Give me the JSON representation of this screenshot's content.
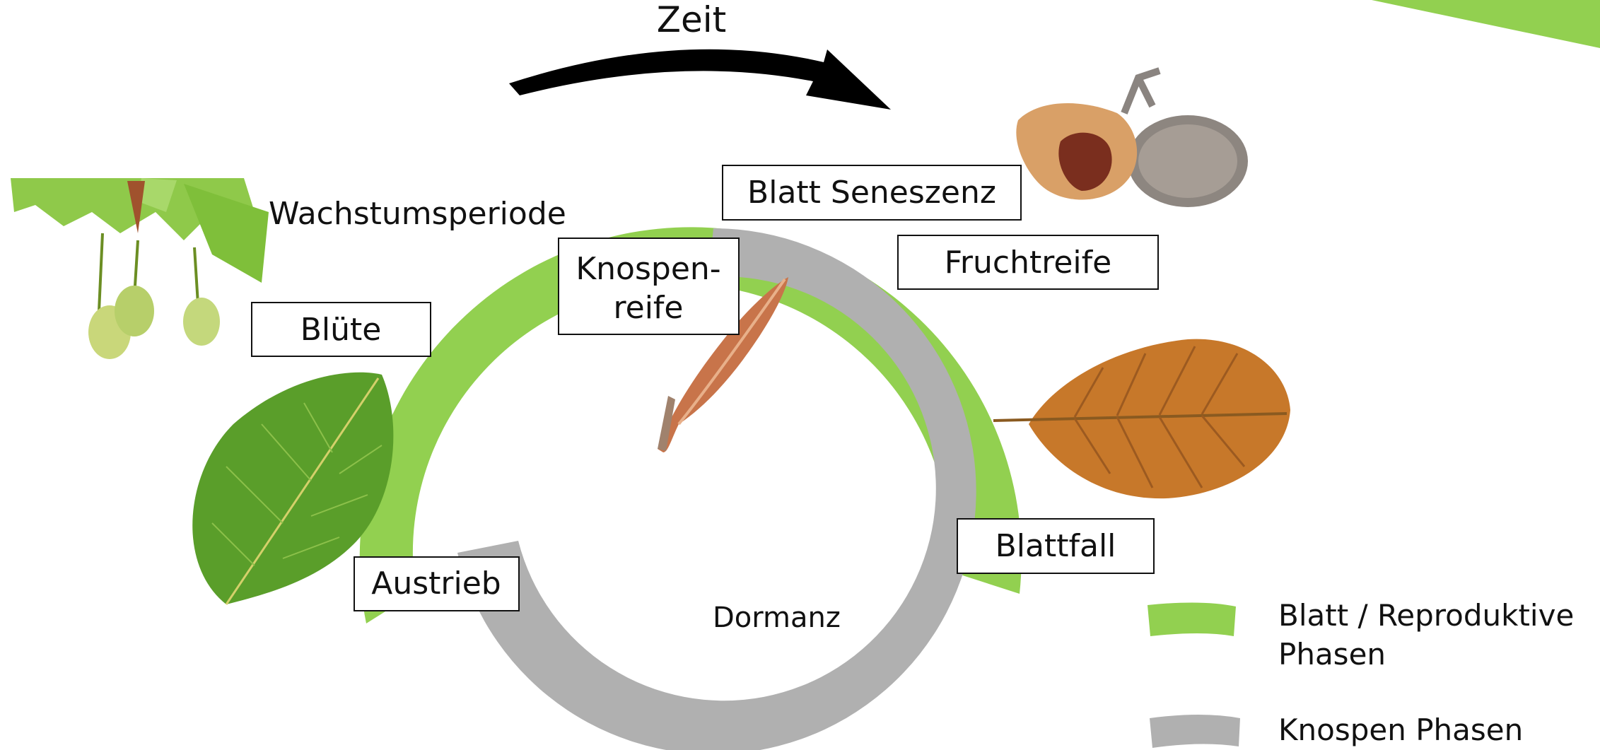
{
  "title": "Zeit",
  "season_label": "Wachstumsperiode",
  "dormancy_label": "Dormanz",
  "phases": {
    "bluete": "Blüte",
    "austrieb": "Austrieb",
    "knospenreife_1": "Knospen-",
    "knospenreife_2": "reife",
    "blatt_seneszenz": "Blatt Seneszenz",
    "fruchtreife": "Fruchtreife",
    "blattfall": "Blattfall"
  },
  "legend": {
    "green_line1": "Blatt / Reproduktive",
    "green_line2": "Phasen",
    "gray": "Knospen Phasen"
  },
  "colors": {
    "leaf_phase": "#92d050",
    "bud_phase": "#b0b0b0",
    "arrow": "#000000",
    "corner_accent": "#92d050"
  },
  "icons": [
    "flower-cluster-image",
    "green-leaf-image",
    "bud-twig-image",
    "beechnut-cupule-image",
    "autumn-leaf-image"
  ]
}
